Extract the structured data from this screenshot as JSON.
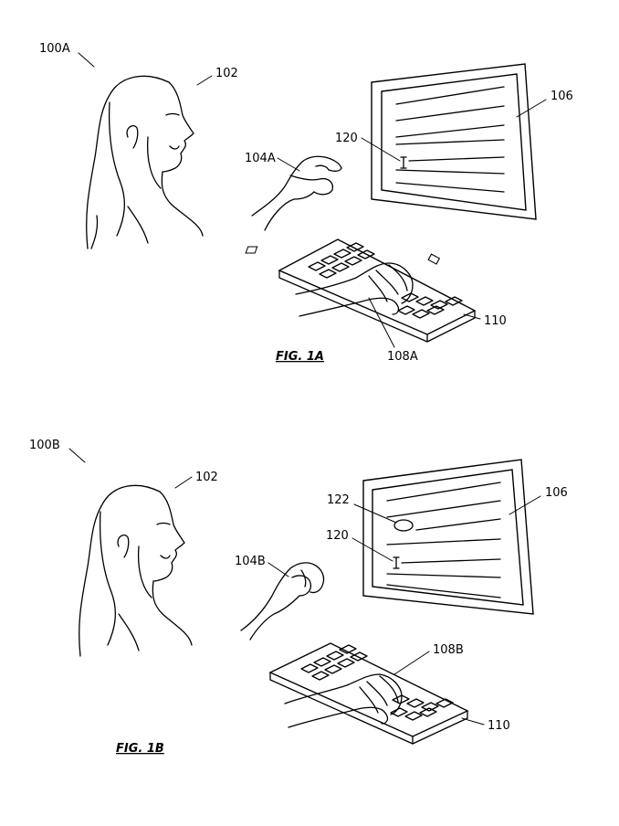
{
  "figures": [
    {
      "caption": "FIG. 1A",
      "labels": {
        "scene": "100A",
        "user": "102",
        "gesture_hand": "104A",
        "display": "106",
        "cursor": "120",
        "typing_hands": "108A",
        "keyboard": "110"
      }
    },
    {
      "caption": "FIG. 1B",
      "labels": {
        "scene": "100B",
        "user": "102",
        "gesture_hand": "104B",
        "display": "106",
        "indicator": "122",
        "cursor": "120",
        "typing_hands": "108B",
        "keyboard": "110"
      }
    }
  ]
}
